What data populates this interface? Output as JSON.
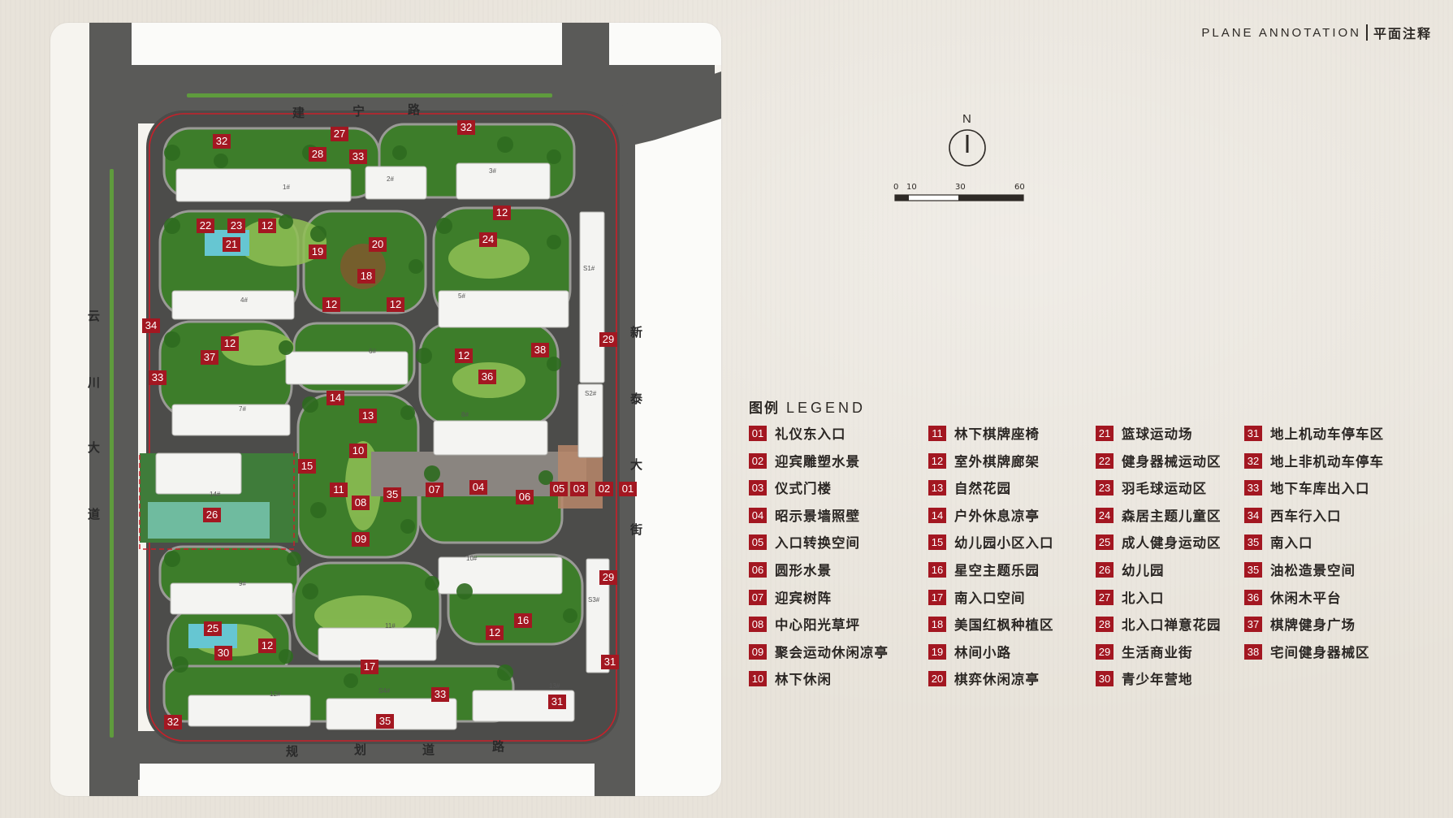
{
  "header": {
    "en": "PLANE ANNOTATION",
    "cn": "平面注释"
  },
  "compass": {
    "north": "N"
  },
  "scale": {
    "ticks": [
      "0",
      "10",
      "30",
      "60"
    ]
  },
  "legend": {
    "title_cn": "图例",
    "title_en": "LEGEND",
    "items": [
      {
        "num": "01",
        "label": "礼仪东入口"
      },
      {
        "num": "02",
        "label": "迎宾雕塑水景"
      },
      {
        "num": "03",
        "label": "仪式门楼"
      },
      {
        "num": "04",
        "label": "昭示景墙照壁"
      },
      {
        "num": "05",
        "label": "入口转换空间"
      },
      {
        "num": "06",
        "label": "圆形水景"
      },
      {
        "num": "07",
        "label": "迎宾树阵"
      },
      {
        "num": "08",
        "label": "中心阳光草坪"
      },
      {
        "num": "09",
        "label": "聚会运动休闲凉亭"
      },
      {
        "num": "10",
        "label": "林下休闲"
      },
      {
        "num": "11",
        "label": "林下棋牌座椅"
      },
      {
        "num": "12",
        "label": "室外棋牌廊架"
      },
      {
        "num": "13",
        "label": "自然花园"
      },
      {
        "num": "14",
        "label": "户外休息凉亭"
      },
      {
        "num": "15",
        "label": "幼儿园小区入口"
      },
      {
        "num": "16",
        "label": "星空主题乐园"
      },
      {
        "num": "17",
        "label": "南入口空间"
      },
      {
        "num": "18",
        "label": "美国红枫种植区"
      },
      {
        "num": "19",
        "label": "林间小路"
      },
      {
        "num": "20",
        "label": "棋弈休闲凉亭"
      },
      {
        "num": "21",
        "label": "篮球运动场"
      },
      {
        "num": "22",
        "label": "健身器械运动区"
      },
      {
        "num": "23",
        "label": "羽毛球运动区"
      },
      {
        "num": "24",
        "label": "森居主题儿童区"
      },
      {
        "num": "25",
        "label": "成人健身运动区"
      },
      {
        "num": "26",
        "label": "幼儿园"
      },
      {
        "num": "27",
        "label": "北入口"
      },
      {
        "num": "28",
        "label": "北入口禅意花园"
      },
      {
        "num": "29",
        "label": "生活商业街"
      },
      {
        "num": "30",
        "label": "青少年营地"
      },
      {
        "num": "31",
        "label": "地上机动车停车区"
      },
      {
        "num": "32",
        "label": "地上非机动车停车"
      },
      {
        "num": "33",
        "label": "地下车库出入口"
      },
      {
        "num": "34",
        "label": "西车行入口"
      },
      {
        "num": "35",
        "label": "南入口"
      },
      {
        "num": "35",
        "label": "油松造景空间"
      },
      {
        "num": "36",
        "label": "休闲木平台"
      },
      {
        "num": "37",
        "label": "棋牌健身广场"
      },
      {
        "num": "38",
        "label": "宅间健身器械区"
      }
    ]
  },
  "roads": {
    "north": [
      "建",
      "宁",
      "路"
    ],
    "west": [
      "云",
      "川",
      "大",
      "道"
    ],
    "east": [
      "新",
      "泰",
      "大",
      "街"
    ],
    "south": [
      "规",
      "划",
      "道",
      "路"
    ]
  },
  "buildings": [
    "1#",
    "2#",
    "3#",
    "4#",
    "5#",
    "6#",
    "7#",
    "8#",
    "9#",
    "10#",
    "11#",
    "12#",
    "13#",
    "14#",
    "S1#",
    "S2#",
    "S3#",
    "S4#"
  ],
  "markers": [
    "32",
    "27",
    "32",
    "28",
    "33",
    "22",
    "23",
    "12",
    "21",
    "19",
    "20",
    "18",
    "12",
    "12",
    "12",
    "24",
    "34",
    "12",
    "37",
    "33",
    "38",
    "12",
    "36",
    "29",
    "14",
    "13",
    "10",
    "15",
    "11",
    "35",
    "08",
    "09",
    "07",
    "04",
    "06",
    "05",
    "03",
    "02",
    "01",
    "26",
    "29",
    "16",
    "12",
    "25",
    "12",
    "30",
    "17",
    "31",
    "33",
    "31",
    "32",
    "35"
  ]
}
